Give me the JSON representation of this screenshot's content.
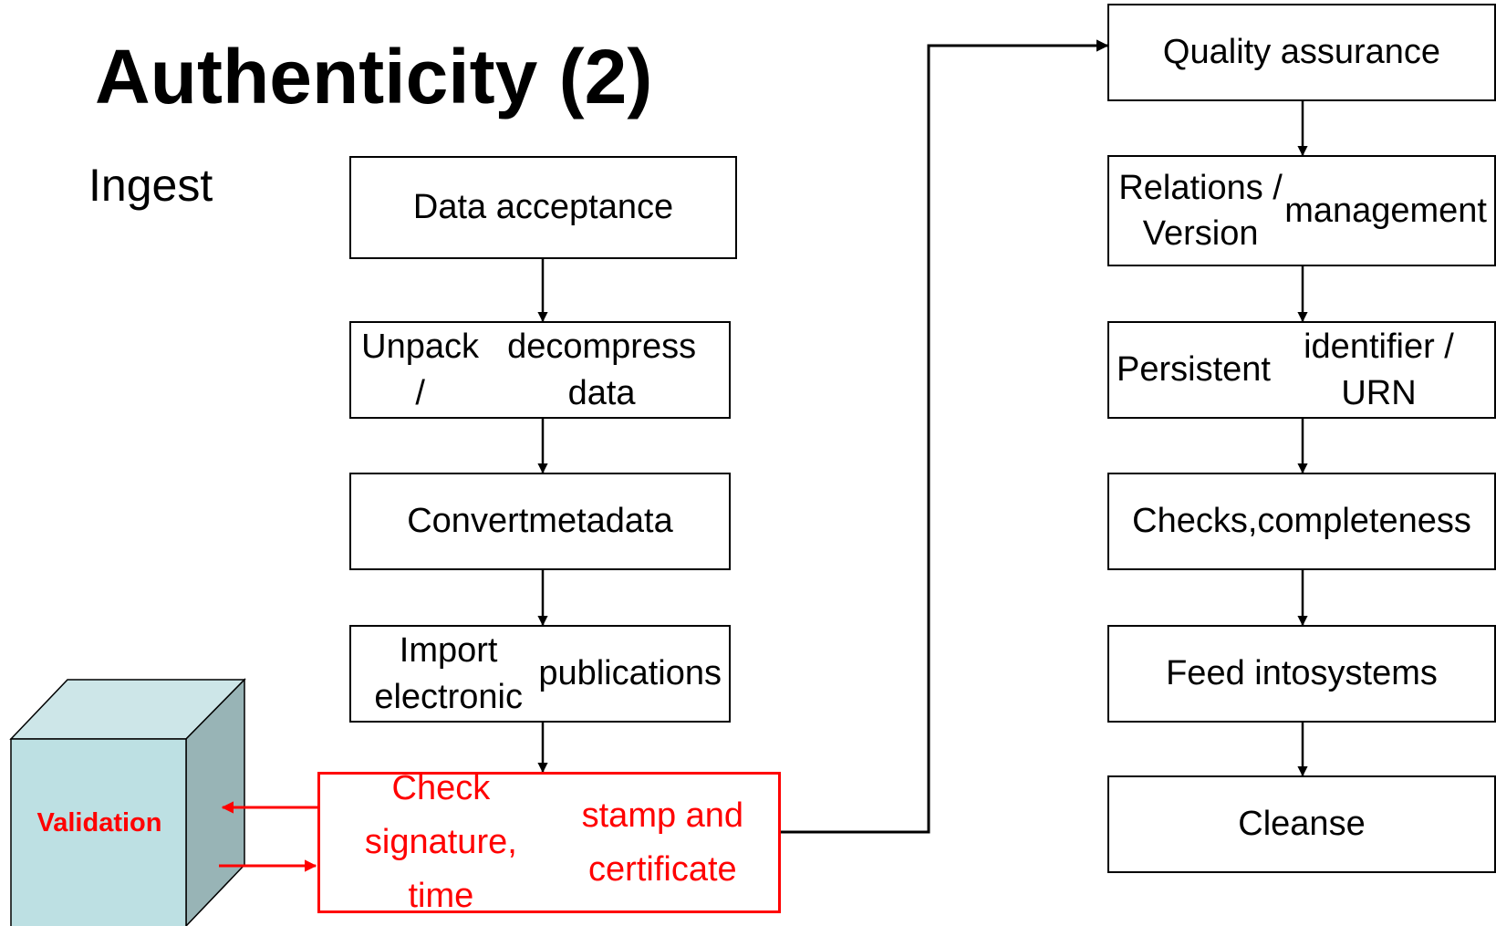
{
  "slide": {
    "title": "Authenticity (2)",
    "subtitle": "Ingest"
  },
  "left_column": [
    {
      "id": "data-acceptance",
      "lines": [
        "Data acceptance"
      ]
    },
    {
      "id": "unpack",
      "lines": [
        "Unpack /",
        "decompress data"
      ]
    },
    {
      "id": "convert-metadata",
      "lines": [
        "Convert",
        "metadata"
      ]
    },
    {
      "id": "import-publications",
      "lines": [
        "Import electronic",
        "publications"
      ]
    },
    {
      "id": "check-signature",
      "lines": [
        "Check signature, time",
        "stamp and certificate"
      ],
      "highlight": true
    }
  ],
  "right_column": [
    {
      "id": "quality-assurance",
      "lines": [
        "Quality assurance"
      ]
    },
    {
      "id": "relations-version",
      "lines": [
        "Relations / Version",
        "management"
      ]
    },
    {
      "id": "persistent-identifier",
      "lines": [
        "Persistent",
        "identifier / URN"
      ]
    },
    {
      "id": "checks-completeness",
      "lines": [
        "Checks,",
        "completeness"
      ]
    },
    {
      "id": "feed-into-systems",
      "lines": [
        "Feed into",
        "systems"
      ]
    },
    {
      "id": "cleanse",
      "lines": [
        "Cleanse"
      ]
    }
  ],
  "validation": {
    "label": "Validation"
  },
  "colors": {
    "highlight": "#ff0000",
    "cube_front": "#bde0e3",
    "cube_side": "#98b4b6",
    "cube_top": "#cde6e8",
    "line": "#000000"
  }
}
